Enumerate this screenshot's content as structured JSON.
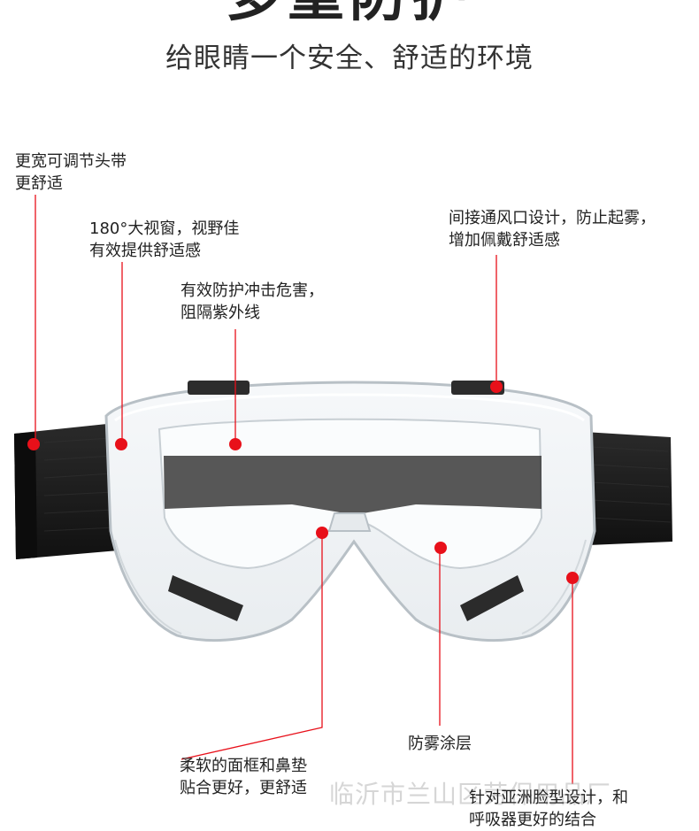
{
  "heading": {
    "title": "多重防护",
    "subtitle": "给眼睛一个安全、舒适的环境"
  },
  "callouts": [
    {
      "id": "strap",
      "line1": "更宽可调节头带",
      "line2": "更舒适"
    },
    {
      "id": "view",
      "line1": "180°大视窗，视野佳",
      "line2": "有效提供舒适感"
    },
    {
      "id": "impact",
      "line1": "有效防护冲击危害，",
      "line2": "阻隔紫外线"
    },
    {
      "id": "vent",
      "line1": "间接通风口设计，防止起雾，",
      "line2": "增加佩戴舒适感"
    },
    {
      "id": "frame",
      "line1": "柔软的面框和鼻垫",
      "line2": "贴合更好，更舒适"
    },
    {
      "id": "antifog",
      "line1": "防雾涂层",
      "line2": ""
    },
    {
      "id": "fit",
      "line1": "针对亚洲脸型设计，和",
      "line2": "呼吸器更好的结合"
    }
  ],
  "watermark": "临沂市兰山区劳保用品厂",
  "colors": {
    "marker": "#e8101a",
    "strap": "#1b1b1b",
    "lens_band": "#3a3a3a"
  }
}
